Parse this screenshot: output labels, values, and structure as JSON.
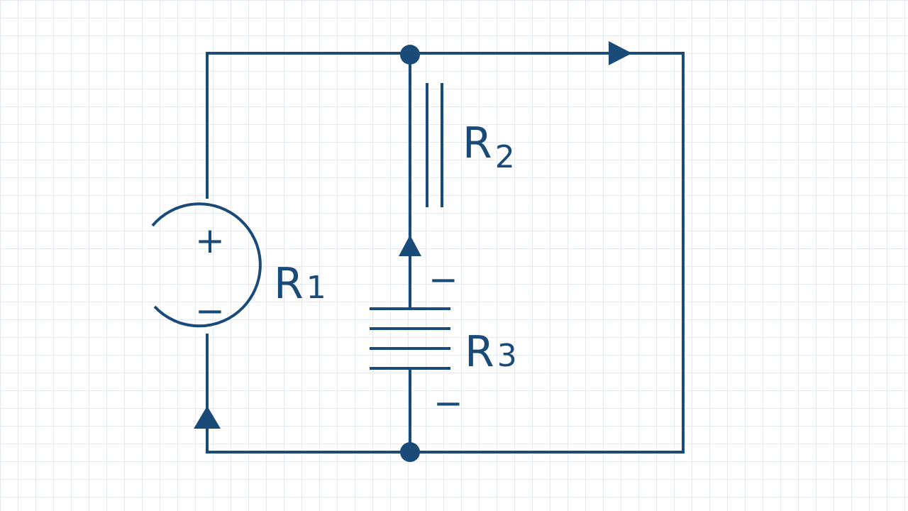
{
  "colors": {
    "stroke": "#1a4a78",
    "grid": "#e3e9ef",
    "background": "#ffffff"
  },
  "diagram": {
    "components": [
      {
        "id": "R1",
        "symbol": "R",
        "subscript": "1"
      },
      {
        "id": "R2",
        "symbol": "R",
        "subscript": "2"
      },
      {
        "id": "R3",
        "symbol": "R",
        "subscript": "3"
      }
    ],
    "signs": {
      "source_plus": "+",
      "source_minus": "−",
      "r3_top_minus": "−",
      "r3_bottom_minus": "−"
    }
  }
}
